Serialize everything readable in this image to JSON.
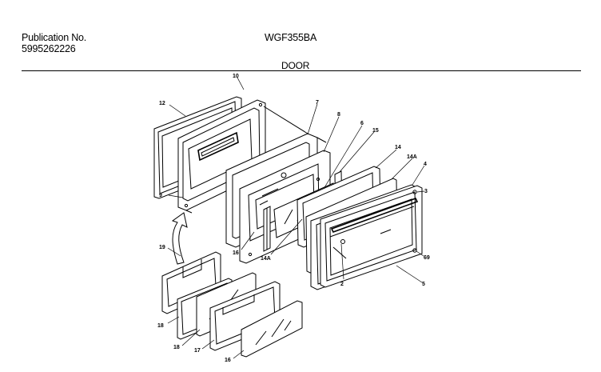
{
  "header": {
    "publication_label": "Publication No.",
    "publication_number": "5995262226",
    "model_number": "WGF355BA",
    "section_title": "DOOR"
  },
  "callouts": {
    "c10": "10",
    "c12": "12",
    "c7": "7",
    "c8": "8",
    "c6": "6",
    "c15": "15",
    "c14": "14",
    "c14a_top": "14A",
    "c4": "4",
    "c3": "3",
    "c9": "9",
    "c16": "16",
    "c14a_bottom": "14A",
    "c69": "69",
    "c2": "2",
    "c5": "5",
    "c19": "19",
    "c18": "18",
    "c18b": "18",
    "c17": "17",
    "c16b": "16"
  }
}
